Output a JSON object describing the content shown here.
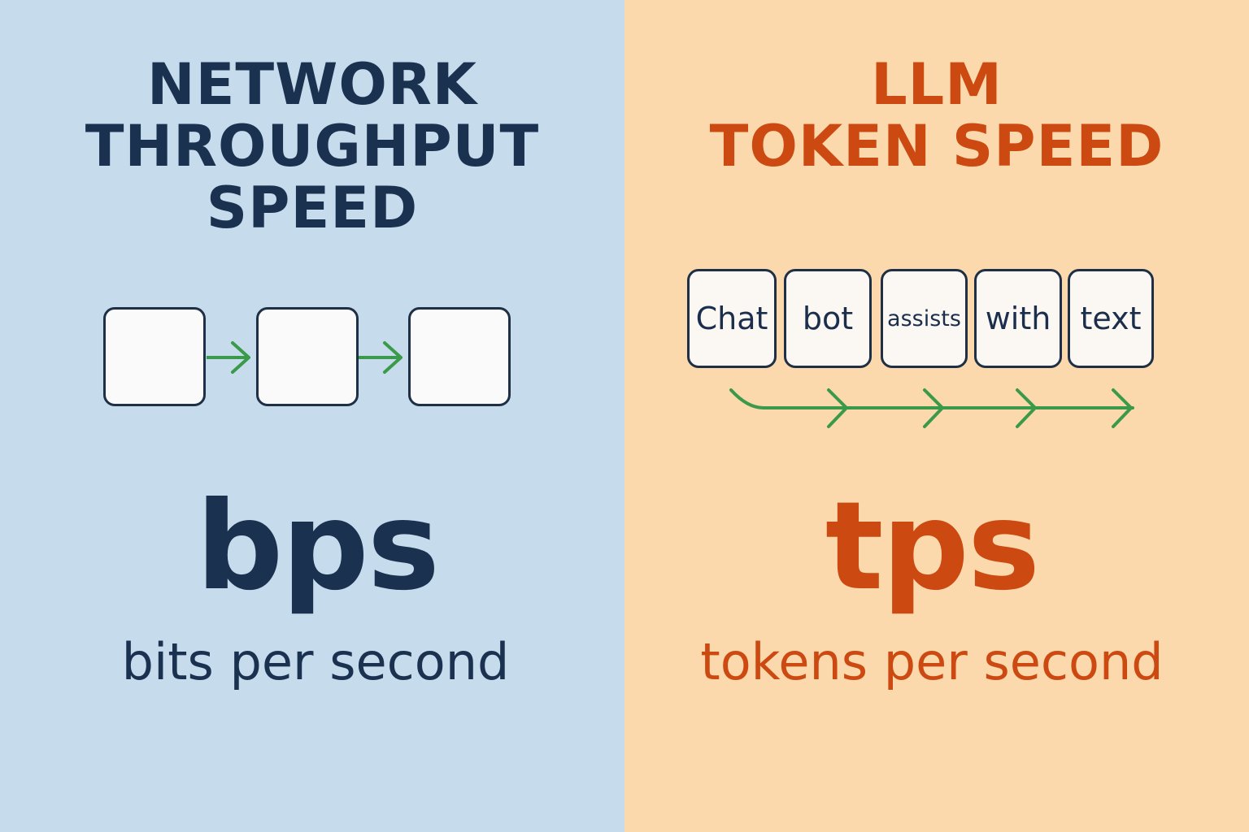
{
  "left": {
    "title_lines": [
      "NETWORK",
      "THROUGHPUT",
      "SPEED"
    ],
    "unit": "bps",
    "unit_description": "bits per second",
    "background_color": "#c6dced",
    "text_color": "#1b3150",
    "packet_count": 3
  },
  "right": {
    "title_lines": [
      "LLM",
      "TOKEN SPEED"
    ],
    "tokens": [
      "Chat",
      "bot",
      "assists",
      "with",
      "text"
    ],
    "unit": "tps",
    "unit_description": "tokens per second",
    "background_color": "#fcd9ad",
    "text_color": "#cc4a12"
  },
  "arrow_color": "#3a9a4a",
  "icons": [
    "right-arrow-icon"
  ]
}
